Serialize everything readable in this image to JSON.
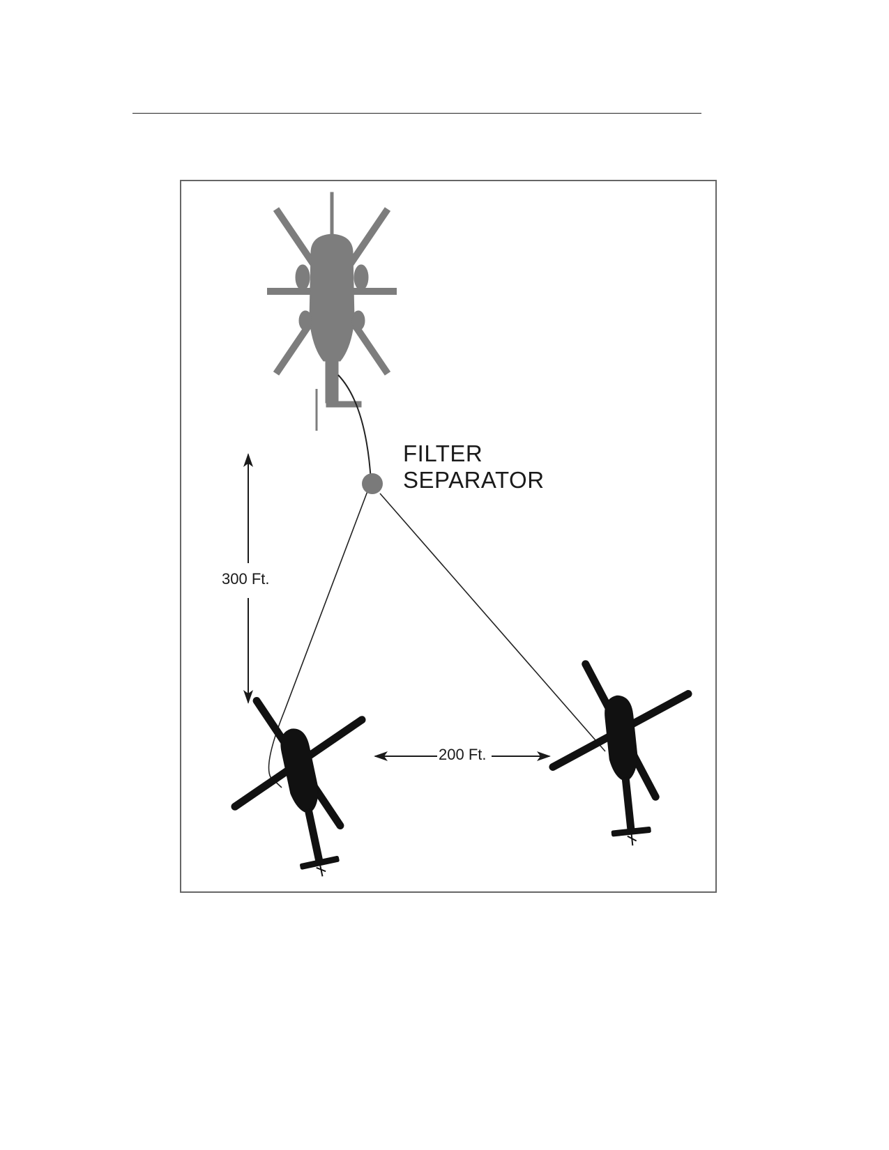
{
  "labels": {
    "filter_separator_line1": "FILTER",
    "filter_separator_line2": "SEPARATOR",
    "vertical_distance": "300 Ft.",
    "horizontal_distance": "200 Ft."
  },
  "colors": {
    "tanker_helicopter": "#7d7d7d",
    "filter_separator": "#7a7a7a",
    "receiver_helicopter": "#111111",
    "hose_line": "#222222",
    "frame": "#666666"
  },
  "icons": {
    "tanker": "helicopter-silhouette-icon",
    "receiver_left": "helicopter-silhouette-icon",
    "receiver_right": "helicopter-silhouette-icon",
    "separator": "filter-separator-circle-icon"
  }
}
